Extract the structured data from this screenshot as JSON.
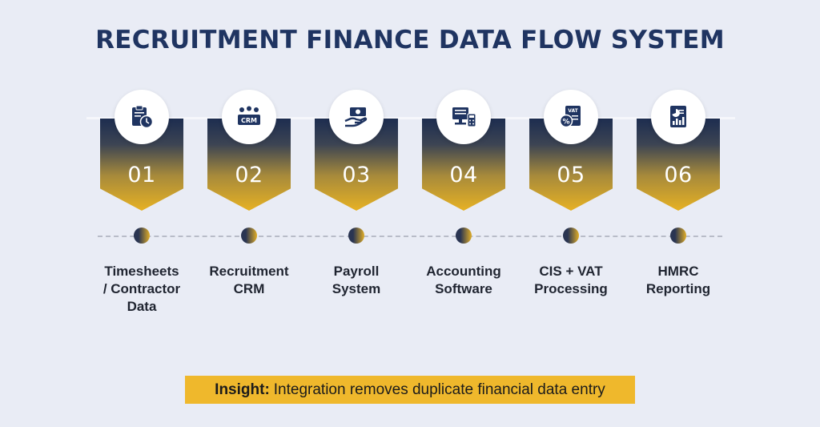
{
  "title": "RECRUITMENT FINANCE DATA FLOW SYSTEM",
  "steps": [
    {
      "num": "01",
      "icon": "clipboard-clock-icon",
      "label": [
        "Timesheets",
        "/ Contractor",
        "Data"
      ]
    },
    {
      "num": "02",
      "icon": "crm-people-icon",
      "label": [
        "Recruitment",
        "CRM"
      ]
    },
    {
      "num": "03",
      "icon": "hand-cash-icon",
      "label": [
        "Payroll",
        "System"
      ]
    },
    {
      "num": "04",
      "icon": "accounting-computer-icon",
      "label": [
        "Accounting",
        "Software"
      ]
    },
    {
      "num": "05",
      "icon": "vat-document-icon",
      "label": [
        "CIS + VAT",
        "Processing"
      ]
    },
    {
      "num": "06",
      "icon": "report-chart-icon",
      "label": [
        "HMRC",
        "Reporting"
      ]
    }
  ],
  "crm_text": "CRM",
  "vat_text": "VAT",
  "insight": {
    "bold": "Insight:",
    "text": "Integration removes duplicate financial data entry"
  },
  "colors": {
    "navy": "#1f3461",
    "gold": "#e6b124",
    "background": "#e9ecf5"
  }
}
